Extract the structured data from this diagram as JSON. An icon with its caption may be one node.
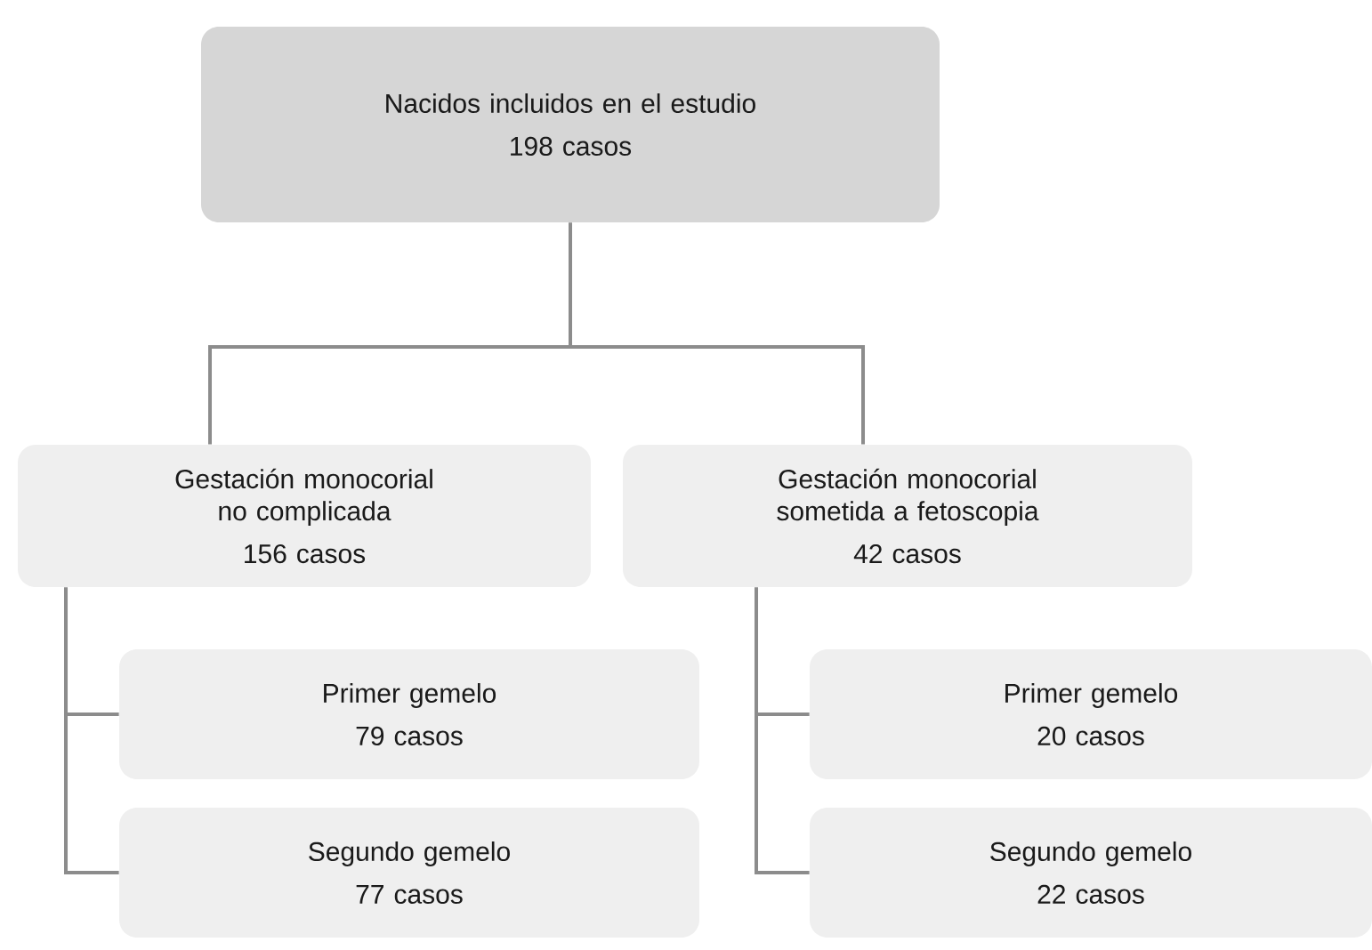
{
  "diagram": {
    "nodes": [
      {
        "text": [
          "Nacidos incluidos en el estudio",
          "198 casos"
        ]
      },
      {
        "text": [
          "Gestación monocorial no complicada",
          "156 casos"
        ]
      },
      {
        "text": [
          "Gestación monocorial sometida a fetoscopia",
          "42 casos"
        ]
      },
      {
        "text": [
          "Primer gemelo",
          "79 casos"
        ]
      },
      {
        "text": [
          "Segundo gemelo",
          "77 casos"
        ]
      },
      {
        "text": [
          "Primer gemelo",
          "20 casos"
        ]
      },
      {
        "text": [
          "Segundo gemelo",
          "22 casos"
        ]
      }
    ],
    "edges": [
      {
        "from": 0,
        "to": 1,
        "arrow": "none"
      },
      {
        "from": 0,
        "to": 2,
        "arrow": "none"
      },
      {
        "from": 1,
        "to": 3,
        "arrow": "none"
      },
      {
        "from": 1,
        "to": 4,
        "arrow": "none"
      },
      {
        "from": 2,
        "to": 5,
        "arrow": "none"
      },
      {
        "from": 2,
        "to": 6,
        "arrow": "none"
      }
    ]
  }
}
